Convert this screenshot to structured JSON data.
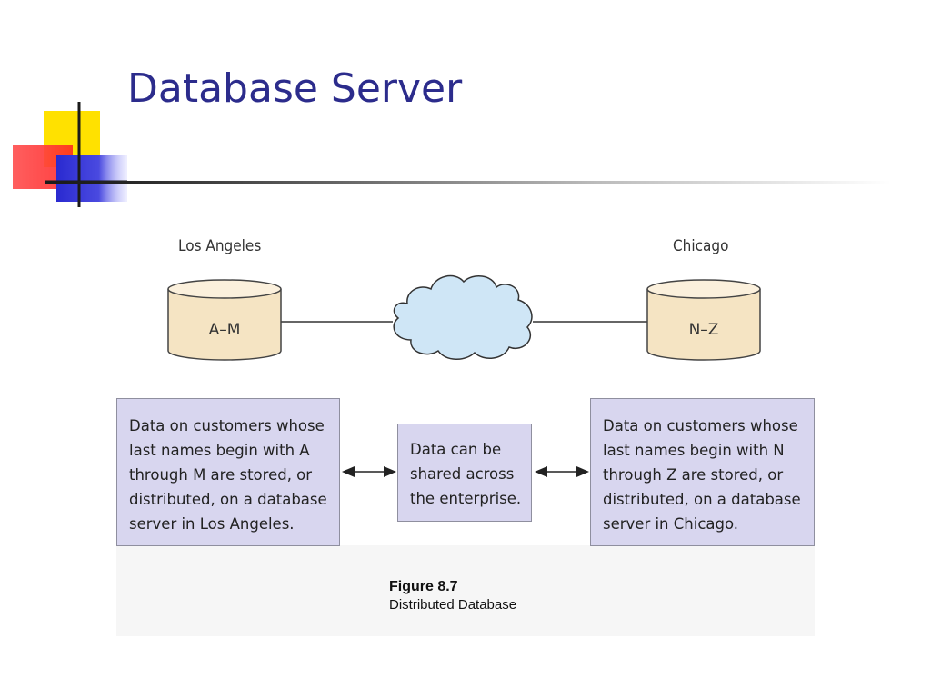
{
  "slide": {
    "title": "Database Server"
  },
  "diagram": {
    "sites": [
      {
        "city": "Los Angeles",
        "range": "A–M"
      },
      {
        "city": "Chicago",
        "range": "N–Z"
      }
    ],
    "boxes": {
      "left": [
        "Data on customers whose",
        "last names begin with A",
        "through M are stored, or",
        "distributed, on a database",
        "server in Los Angeles."
      ],
      "center": [
        "Data can be",
        "shared across",
        "the enterprise."
      ],
      "right": [
        "Data on customers whose",
        "last names begin with N",
        "through Z are stored, or",
        "distributed, on a database",
        "server in Chicago."
      ]
    },
    "caption": {
      "figure": "Figure 8.7",
      "text": "Distributed Database"
    }
  },
  "colors": {
    "title": "#2c2c8c",
    "cylinder_fill": "#f5e4c3",
    "cloud_fill": "#cfe6f6",
    "box_fill": "#d8d6ef"
  }
}
